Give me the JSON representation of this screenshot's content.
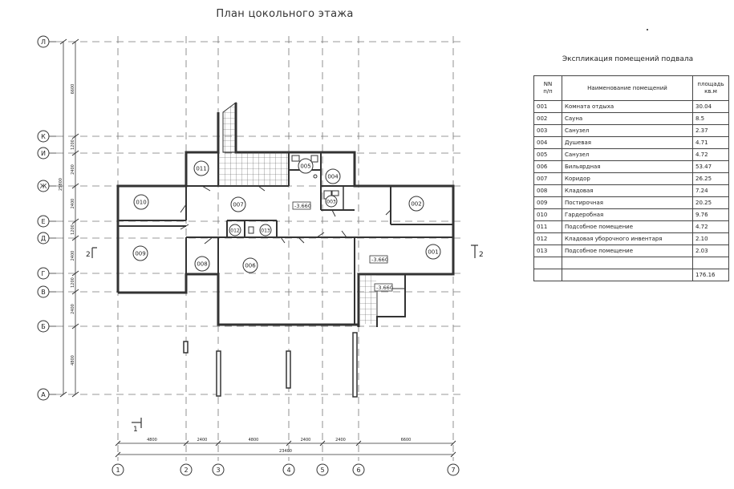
{
  "title": "План цокольного этажа",
  "axes_letters": [
    "Л",
    "К",
    "И",
    "Ж",
    "Е",
    "Д",
    "Г",
    "В",
    "Б",
    "А"
  ],
  "axes_numbers": [
    "1",
    "2",
    "3",
    "4",
    "5",
    "6",
    "7"
  ],
  "dims_left": [
    "6600",
    "1200",
    "2400",
    "2400",
    "1200",
    "2400",
    "1200",
    "2400",
    "4800"
  ],
  "dim_left_total": "25800",
  "dims_bottom": [
    "4800",
    "2400",
    "4800",
    "2400",
    "2400",
    "6600"
  ],
  "dim_bottom_total": "23400",
  "section_marks": {
    "left": "2",
    "right": "2",
    "bottom_left": "1"
  },
  "level_marks": [
    "-3.660",
    "-3.660",
    "-3.660"
  ],
  "plan_rooms": [
    "001",
    "002",
    "003",
    "004",
    "005",
    "006",
    "007",
    "008",
    "009",
    "010",
    "011",
    "012",
    "013"
  ],
  "explication": {
    "title": "Экспликация помещений подвала",
    "headers": {
      "num": "NN\nп/п",
      "name": "Наименование помещений",
      "area": "площадь\nкв.м"
    },
    "rows": [
      {
        "num": "001",
        "name": "Комната отдыха",
        "area": "30.04"
      },
      {
        "num": "002",
        "name": "Сауна",
        "area": "8.5"
      },
      {
        "num": "003",
        "name": "Санузел",
        "area": "2.37"
      },
      {
        "num": "004",
        "name": "Душевая",
        "area": "4.71"
      },
      {
        "num": "005",
        "name": "Санузел",
        "area": "4.72"
      },
      {
        "num": "006",
        "name": "Бильярдная",
        "area": "53.47"
      },
      {
        "num": "007",
        "name": "Коридор",
        "area": "26.25"
      },
      {
        "num": "008",
        "name": "Кладовая",
        "area": "7.24"
      },
      {
        "num": "009",
        "name": "Постирочная",
        "area": "20.25"
      },
      {
        "num": "010",
        "name": "Гардеробная",
        "area": "9.76"
      },
      {
        "num": "011",
        "name": "Подсобное помещение",
        "area": "4.72"
      },
      {
        "num": "012",
        "name": "Кладовая уборочного инвентаря",
        "area": "2.10"
      },
      {
        "num": "013",
        "name": "Подсобное помещение",
        "area": "2.03"
      }
    ],
    "total": "176.16"
  },
  "colors": {
    "line": "#333333",
    "grid": "#777777",
    "hatch": "#555555"
  }
}
